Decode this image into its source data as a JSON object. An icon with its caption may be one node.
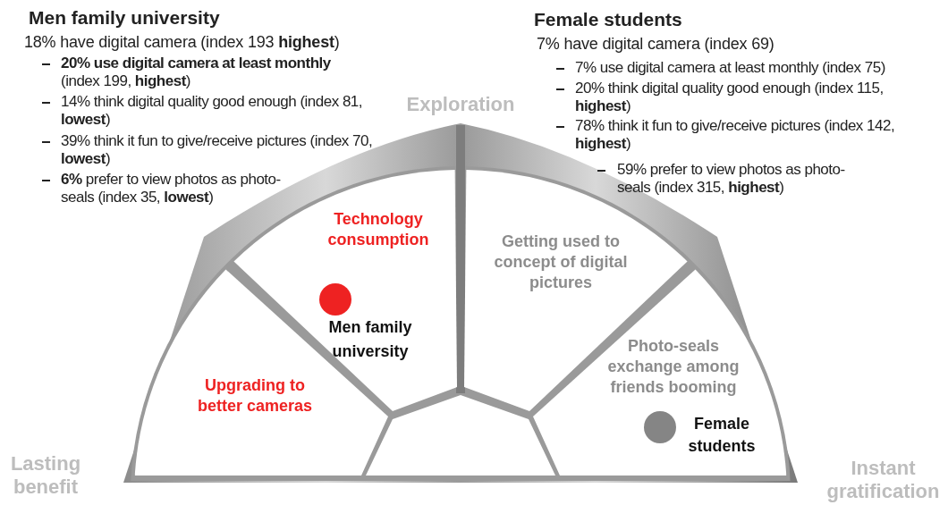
{
  "diagram": {
    "nodes": [
      {
        "text": [
          "Technology consumption"
        ]
      },
      {
        "text": [],
        "shape": "circle",
        "in": 0,
        "beside": [
          "Men family university"
        ]
      },
      {
        "text": [
          "Upgrading to better cameras"
        ]
      },
      {
        "text": [
          "Getting used to concept of digital pictures"
        ]
      },
      {
        "text": [
          "Photo-seals exchange among friends booming"
        ]
      },
      {
        "text": [],
        "shape": "circle",
        "in": 4,
        "beside": [
          "Female students"
        ]
      }
    ],
    "labels": [
      "Men family university",
      "18% have digital camera (index 193 **highest**)",
      "**20% use digital camera at least monthly** (index 199, **highest**)",
      "14% think digital quality good enough (index 81, **lowest**)",
      "39% think it fun to give/receive pictures (index 70, **lowest**)",
      "**6%** prefer to view photos as photo-seals (index 35, **lowest**)",
      "Female students",
      "7% have digital camera (index 69)",
      "7% use digital camera at least monthly (index 75)",
      "20% think digital quality good enough (index 115, **highest**)",
      "78% think it fun to give/receive pictures (index 142, **highest**)",
      "59% prefer to view photos as photo-seals (index 315, **highest**)",
      "Exploration",
      "Lasting benefit",
      "Instant gratification"
    ]
  }
}
